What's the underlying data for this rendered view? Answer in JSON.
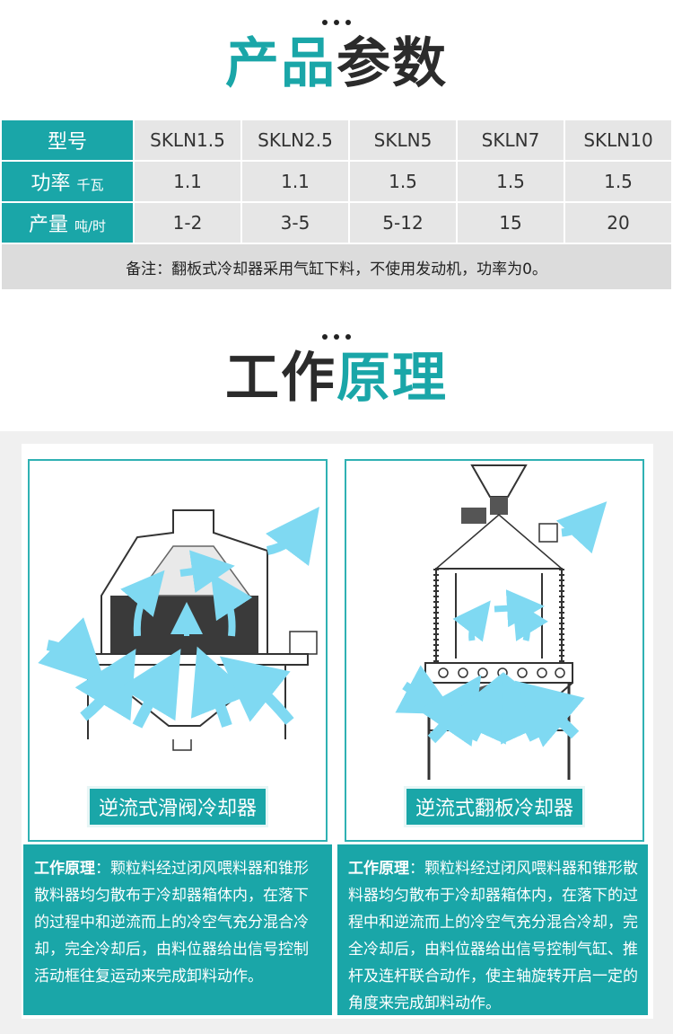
{
  "params_title": {
    "part1": "产品",
    "part2": "参数"
  },
  "table": {
    "model_label": "型号",
    "power_label": "功率",
    "power_unit": "千瓦",
    "output_label": "产量",
    "output_unit": "吨/时",
    "models": [
      "SKLN1.5",
      "SKLN2.5",
      "SKLN5",
      "SKLN7",
      "SKLN10"
    ],
    "power": [
      "1.1",
      "1.1",
      "1.5",
      "1.5",
      "1.5"
    ],
    "output": [
      "1-2",
      "3-5",
      "5-12",
      "15",
      "20"
    ],
    "note": "备注：翻板式冷却器采用气缸下料，不使用发动机，功率为0。"
  },
  "principle_title": {
    "part1": "工作",
    "part2": "原理"
  },
  "left_panel": {
    "caption": "逆流式滑阀冷却器",
    "desc_label": "工作原理",
    "desc_text": "：颗粒料经过闭风喂料器和锥形散料器均匀散布于冷却器箱体内，在落下的过程中和逆流而上的冷空气充分混合冷却，完全冷却后，由料位器给出信号控制活动框往复运动来完成卸料动作。"
  },
  "right_panel": {
    "caption": "逆流式翻板冷却器",
    "desc_label": "工作原理",
    "desc_text": "：颗粒料经过闭风喂料器和锥形散料器均匀散布于冷却器箱体内，在落下的过程中和逆流而上的冷空气充分混合冷却，完全冷却后，由料位器给出信号控制气缸、推杆及连杆联合动作，使主轴旋转开启一定的角度来完成卸料动作。"
  },
  "colors": {
    "accent": "#1aa6a8",
    "arrow": "#7fd9f2",
    "dark": "#2b2b2b"
  }
}
